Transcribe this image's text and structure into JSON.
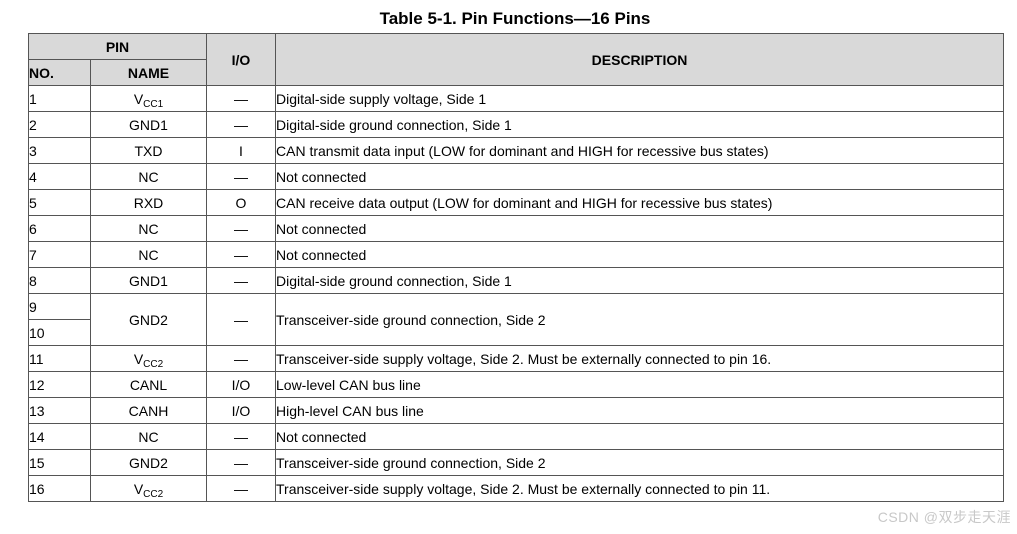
{
  "title": "Table 5-1. Pin Functions—16 Pins",
  "headers": {
    "pin": "PIN",
    "no": "NO.",
    "name": "NAME",
    "io": "I/O",
    "description": "DESCRIPTION"
  },
  "rows": [
    {
      "no": "1",
      "name_main": "V",
      "name_sub": "CC1",
      "io": "—",
      "description": "Digital-side supply voltage, Side 1"
    },
    {
      "no": "2",
      "name_main": "GND1",
      "name_sub": "",
      "io": "—",
      "description": "Digital-side ground connection, Side 1"
    },
    {
      "no": "3",
      "name_main": "TXD",
      "name_sub": "",
      "io": "I",
      "description": "CAN transmit data input (LOW for dominant and HIGH for recessive bus states)"
    },
    {
      "no": "4",
      "name_main": "NC",
      "name_sub": "",
      "io": "—",
      "description": "Not connected"
    },
    {
      "no": "5",
      "name_main": "RXD",
      "name_sub": "",
      "io": "O",
      "description": "CAN receive data output (LOW for dominant and HIGH for recessive bus states)"
    },
    {
      "no": "6",
      "name_main": "NC",
      "name_sub": "",
      "io": "—",
      "description": "Not connected"
    },
    {
      "no": "7",
      "name_main": "NC",
      "name_sub": "",
      "io": "—",
      "description": "Not connected"
    },
    {
      "no": "8",
      "name_main": "GND1",
      "name_sub": "",
      "io": "—",
      "description": "Digital-side ground connection, Side 1"
    },
    {
      "no": "9",
      "no2": "10",
      "name_main": "GND2",
      "name_sub": "",
      "io": "—",
      "description": "Transceiver-side ground connection, Side 2"
    },
    {
      "no": "11",
      "name_main": "V",
      "name_sub": "CC2",
      "io": "—",
      "description": "Transceiver-side supply voltage, Side 2. Must be externally connected to pin 16."
    },
    {
      "no": "12",
      "name_main": "CANL",
      "name_sub": "",
      "io": "I/O",
      "description": "Low-level CAN bus line"
    },
    {
      "no": "13",
      "name_main": "CANH",
      "name_sub": "",
      "io": "I/O",
      "description": "High-level CAN bus line"
    },
    {
      "no": "14",
      "name_main": "NC",
      "name_sub": "",
      "io": "—",
      "description": "Not connected"
    },
    {
      "no": "15",
      "name_main": "GND2",
      "name_sub": "",
      "io": "—",
      "description": "Transceiver-side ground connection, Side 2"
    },
    {
      "no": "16",
      "name_main": "V",
      "name_sub": "CC2",
      "io": "—",
      "description": "Transceiver-side supply voltage, Side 2. Must be externally connected to pin 11."
    }
  ],
  "watermark": "CSDN @双步走天涯"
}
